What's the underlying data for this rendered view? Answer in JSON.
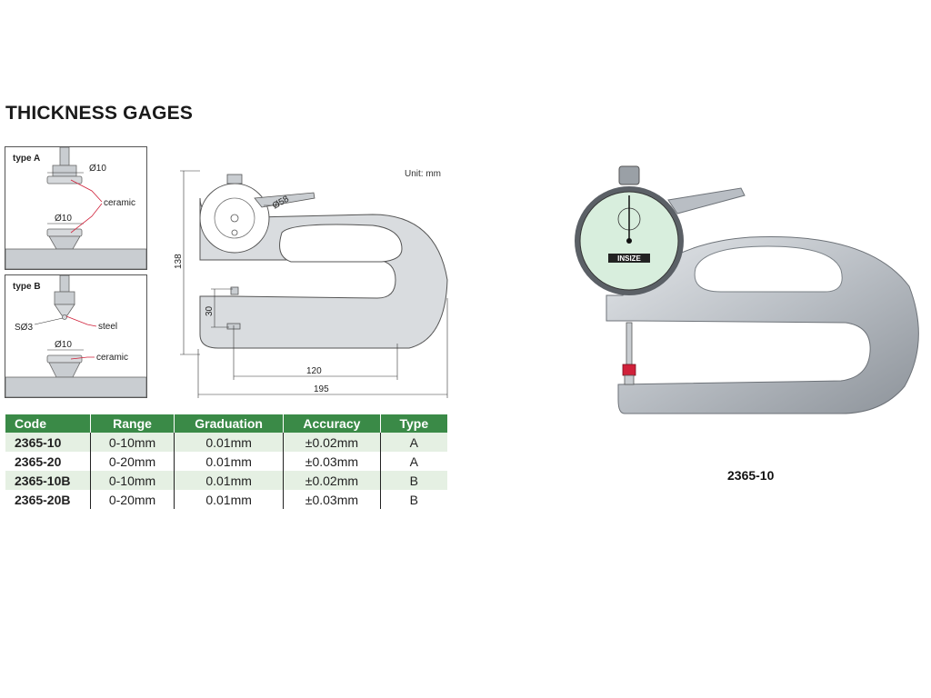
{
  "title": "THICKNESS GAGES",
  "unit_label": "Unit: mm",
  "type_a": {
    "label": "type A",
    "top_dia": "Ø10",
    "bottom_dia": "Ø10",
    "material": "ceramic"
  },
  "type_b": {
    "label": "type B",
    "sphere": "SØ3",
    "top_material": "steel",
    "bottom_dia": "Ø10",
    "bottom_material": "ceramic"
  },
  "dimensions": {
    "dial_dia": "Ø58",
    "height": "138",
    "gap": "30",
    "depth": "120",
    "length": "195"
  },
  "table": {
    "headers": [
      "Code",
      "Range",
      "Graduation",
      "Accuracy",
      "Type"
    ],
    "rows": [
      [
        "2365-10",
        "0-10mm",
        "0.01mm",
        "±0.02mm",
        "A"
      ],
      [
        "2365-20",
        "0-20mm",
        "0.01mm",
        "±0.03mm",
        "A"
      ],
      [
        "2365-10B",
        "0-10mm",
        "0.01mm",
        "±0.02mm",
        "B"
      ],
      [
        "2365-20B",
        "0-20mm",
        "0.01mm",
        "±0.03mm",
        "B"
      ]
    ]
  },
  "photo_caption": "2365-10",
  "dial_brand": "INSIZE",
  "colors": {
    "header_green": "#3a8a47",
    "row_tint": "#e5f0e3",
    "dial_face": "#d8eedd",
    "body_gray": "#b9bec4",
    "leader_red": "#d0213a"
  }
}
